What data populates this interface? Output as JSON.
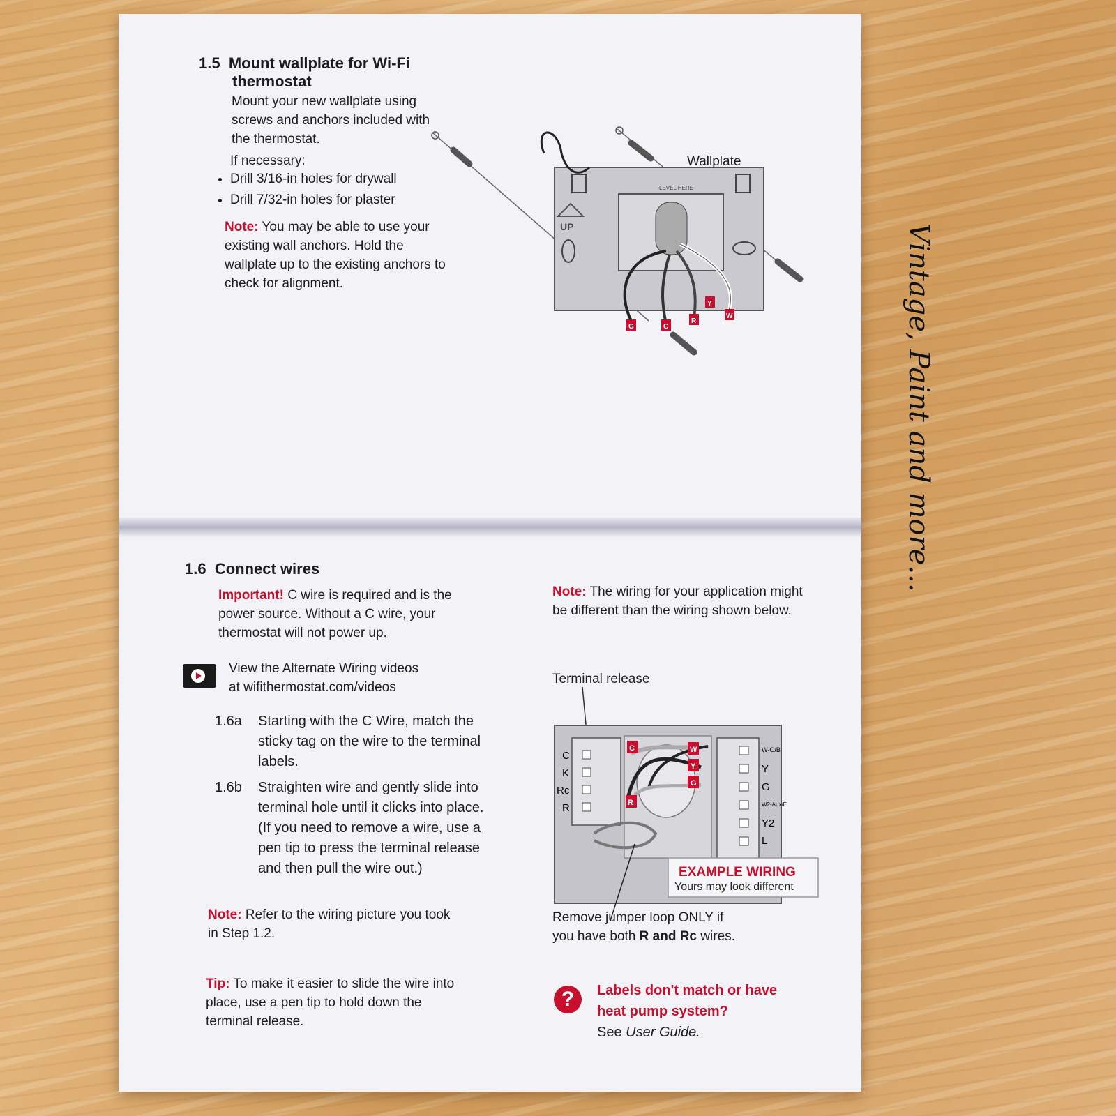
{
  "section_15": {
    "number": "1.5",
    "title_line1": "Mount wallplate for Wi-Fi",
    "title_line2": "thermostat",
    "intro": "Mount your new wallplate using screws and anchors included with the thermostat.",
    "if_necessary": "If necessary:",
    "bullets": [
      "Drill 3/16-in holes for drywall",
      "Drill 7/32-in holes for plaster"
    ],
    "note_label": "Note:",
    "note_text": "You may be able to use your existing wall anchors. Hold the wallplate up to the existing anchors to check for alignment.",
    "figure": {
      "wallplate_label": "Wallplate",
      "up_label": "UP",
      "level_here": "LEVEL HERE",
      "tags": [
        "G",
        "C",
        "R",
        "Y",
        "W"
      ]
    }
  },
  "section_16": {
    "number": "1.6",
    "title": "Connect wires",
    "important_label": "Important!",
    "important_text": "C wire is required and is the power source. Without a C wire, your thermostat will not power up.",
    "video_text_line1": "View the Alternate Wiring videos",
    "video_text_line2": "at wifithermostat.com/videos",
    "steps": [
      {
        "num": "1.6a",
        "text": "Starting with the C Wire, match the sticky tag on the wire to the terminal labels."
      },
      {
        "num": "1.6b",
        "text": "Straighten wire and gently slide into terminal hole until it clicks into place. (If you need to remove a wire, use a pen tip to press the terminal release and then pull the wire out.)"
      }
    ],
    "note2_label": "Note:",
    "note2_text": "Refer to the wiring picture you took in Step 1.2.",
    "tip_label": "Tip:",
    "tip_text": "To make it easier to slide the wire into place, use a pen tip to hold down the terminal release.",
    "right_note_label": "Note:",
    "right_note_text": "The wiring for your application might be different than the wiring shown below.",
    "terminal_release": "Terminal release",
    "wiring_figure": {
      "left_terminals": [
        "C",
        "K",
        "Rc",
        "R"
      ],
      "right_terminals": [
        "W-O/B",
        "Y",
        "G",
        "W2-Aux/E",
        "Y2",
        "L"
      ],
      "tags": [
        "C",
        "R",
        "W",
        "Y",
        "G"
      ],
      "example_title": "EXAMPLE WIRING",
      "example_sub": "Yours may look different"
    },
    "jumper_text_1": "Remove jumper loop ONLY if",
    "jumper_text_2": "you have both",
    "jumper_bold": "R and Rc",
    "jumper_text_3": "wires.",
    "help_icon": "?",
    "help_line1": "Labels don't match or have",
    "help_line2": "heat pump system?",
    "see_text": "See",
    "see_italic": "User Guide."
  },
  "watermark": "Vintage, Paint and more..."
}
